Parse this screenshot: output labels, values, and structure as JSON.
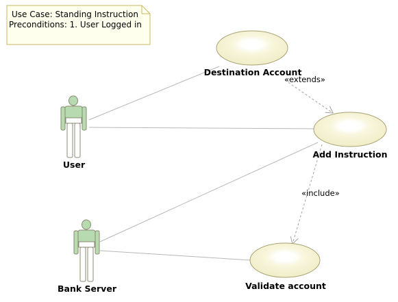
{
  "note": {
    "lines": [
      "Use Case: Standing Instruction",
      "Preconditions: 1. User Logged in"
    ]
  },
  "actors": [
    {
      "id": "user",
      "label": "User"
    },
    {
      "id": "bank-server",
      "label": "Bank Server"
    }
  ],
  "use_cases": [
    {
      "id": "destination-account",
      "label": "Destination Account"
    },
    {
      "id": "add-instruction",
      "label": "Add Instruction"
    },
    {
      "id": "validate-account",
      "label": "Validate account"
    }
  ],
  "relationships": {
    "extends_label": "«extends»",
    "include_label": "«include»"
  },
  "colors": {
    "note_fill": "#FFFFEE",
    "note_border": "#C8B860",
    "usecase_fill": "#F8F6DC",
    "usecase_border": "#A8A070",
    "actor_body": "#B8DAB0",
    "actor_outline": "#8A8A72",
    "line": "#B8B8B8",
    "dashed": "#A0A0A0"
  }
}
